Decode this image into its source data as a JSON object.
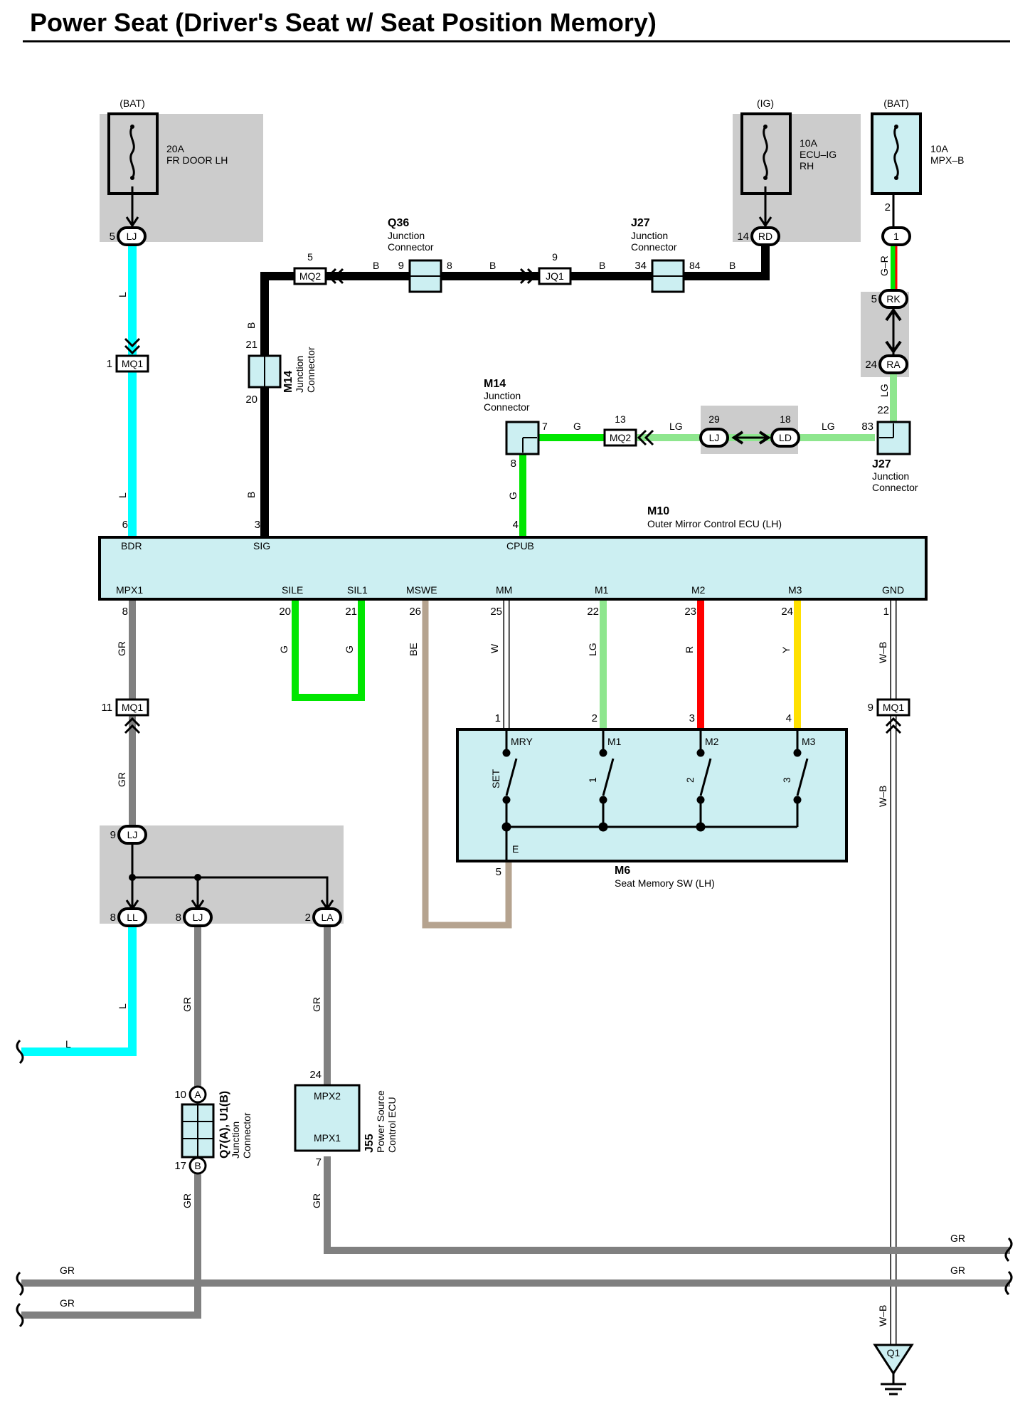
{
  "title": "Power Seat (Driver's Seat w/ Seat Position Memory)",
  "colors": {
    "L": "#00ffff",
    "B": "#000000",
    "G": "#00e600",
    "LG": "#8ee68e",
    "GR": "#808080",
    "BE": "#b5a38f",
    "R": "#ff0000",
    "Y": "#ffe000",
    "W": "#ffffff",
    "W-B": "#ffffff",
    "G-R": "#00e600",
    "ecu_fill": "#cceff2",
    "junction_shade": "#cccccc"
  },
  "fuses": {
    "fr_door": {
      "source": "(BAT)",
      "rating": "20A",
      "name": "FR DOOR LH"
    },
    "ecu_ig": {
      "source": "(IG)",
      "rating": "10A",
      "name1": "ECU–IG",
      "name2": "RH"
    },
    "mpx_b": {
      "source": "(BAT)",
      "rating": "10A",
      "name": "MPX–B"
    }
  },
  "connectors": {
    "lj_top": {
      "id": "LJ",
      "pin": "5"
    },
    "rd": {
      "id": "RD",
      "pin": "14"
    },
    "c1": {
      "id": "1",
      "pin": "2"
    },
    "rk": {
      "id": "RK",
      "pin": "5"
    },
    "ra": {
      "id": "RA",
      "pin": "24"
    },
    "mq1_l": {
      "id": "MQ1",
      "pin": "1"
    },
    "mq2_b": {
      "id": "MQ2",
      "pin": "5"
    },
    "jq1": {
      "id": "JQ1",
      "pin": "9"
    },
    "mq2_g": {
      "id": "MQ2",
      "pin": "13"
    },
    "lj_mid": {
      "id": "LJ",
      "pin": "29"
    },
    "ld": {
      "id": "LD",
      "pin": "18"
    },
    "mq1_gr": {
      "id": "MQ1",
      "pin": "11"
    },
    "lj_low": {
      "id": "LJ",
      "pin": "9"
    },
    "ll": {
      "id": "LL",
      "pin": "8"
    },
    "lj_b": {
      "id": "LJ",
      "pin": "8"
    },
    "la": {
      "id": "LA",
      "pin": "2"
    },
    "mq1_wb": {
      "id": "MQ1",
      "pin": "9"
    },
    "q7a": {
      "id": "A",
      "pin": "10"
    },
    "q7b": {
      "id": "B",
      "pin": "17"
    }
  },
  "components": {
    "q36": {
      "id": "Q36",
      "name1": "Junction",
      "name2": "Connector",
      "pin_in": "9",
      "pin_out": "8"
    },
    "j27_top": {
      "id": "J27",
      "name1": "Junction",
      "name2": "Connector",
      "pin_in": "34",
      "pin_out": "84"
    },
    "m14_left": {
      "id": "M14",
      "name1": "Junction",
      "name2": "Connector",
      "pin_top": "21",
      "pin_bot": "20"
    },
    "m14_mid": {
      "id": "M14",
      "name1": "Junction",
      "name2": "Connector",
      "pin_right": "7",
      "pin_bot": "8"
    },
    "j27_right": {
      "id": "J27",
      "name1": "Junction",
      "name2": "Connector",
      "pin_top": "22",
      "pin_left": "83"
    },
    "m10": {
      "id": "M10",
      "name": "Outer Mirror Control ECU (LH)",
      "top_terminals": [
        {
          "name": "BDR",
          "pin": "6"
        },
        {
          "name": "SIG",
          "pin": "3"
        },
        {
          "name": "CPUB",
          "pin": "4"
        }
      ],
      "bottom_terminals": [
        {
          "name": "MPX1",
          "pin": "8"
        },
        {
          "name": "SILE",
          "pin": "20"
        },
        {
          "name": "SIL1",
          "pin": "21"
        },
        {
          "name": "MSWE",
          "pin": "26"
        },
        {
          "name": "MM",
          "pin": "25"
        },
        {
          "name": "M1",
          "pin": "22"
        },
        {
          "name": "M2",
          "pin": "23"
        },
        {
          "name": "M3",
          "pin": "24"
        },
        {
          "name": "GND",
          "pin": "1"
        }
      ]
    },
    "m6": {
      "id": "M6",
      "name": "Seat Memory SW (LH)",
      "terminals": [
        {
          "name": "MRY",
          "pin": "1",
          "switch": "SET"
        },
        {
          "name": "M1",
          "pin": "2",
          "switch": "1"
        },
        {
          "name": "M2",
          "pin": "3",
          "switch": "2"
        },
        {
          "name": "M3",
          "pin": "4",
          "switch": "3"
        }
      ],
      "ground": {
        "name": "E",
        "pin": "5"
      }
    },
    "q7": {
      "id": "Q7(A), U1(B)",
      "name1": "Junction",
      "name2": "Connector"
    },
    "j55": {
      "id": "J55",
      "name1": "Power Source",
      "name2": "Control ECU",
      "term_top": "MPX2",
      "term_bot": "MPX1",
      "pin_top": "24",
      "pin_bot": "7"
    },
    "ground": {
      "id": "Q1"
    }
  },
  "wire_labels": {
    "L": "L",
    "B": "B",
    "G": "G",
    "LG": "LG",
    "GR": "GR",
    "BE": "BE",
    "W": "W",
    "R": "R",
    "Y": "Y",
    "WB": "W–B",
    "GR2": "G–R"
  }
}
